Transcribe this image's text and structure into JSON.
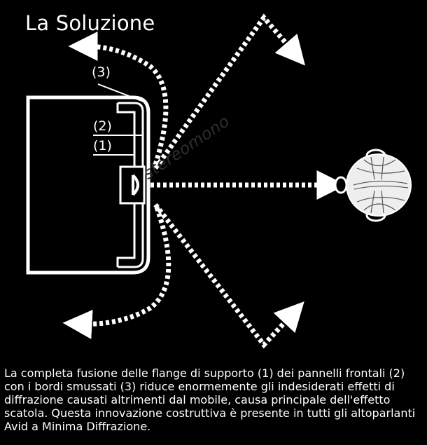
{
  "title": "La Soluzione",
  "labels": {
    "flange_3": "(3)",
    "flange_2": "(2)",
    "flange_1": "(1)"
  },
  "watermark": "stereomono",
  "caption": "La completa fusione delle flange di supporto (1) dei pannelli frontali (2) con i bordi smussati (3) riduce enormemente gli indesiderati effetti di diffrazione causati altrimenti dal mobile, causa principale dell'effetto scatola.  Questa innovazione costruttiva è presente in tutti gli altoparlanti Avid a Minima Diffrazione.",
  "colors": {
    "background": "#000000",
    "foreground": "#ffffff"
  }
}
